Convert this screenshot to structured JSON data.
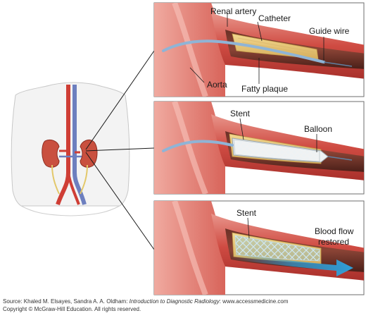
{
  "panel1": {
    "labels": {
      "renal_artery": "Renal artery",
      "catheter": "Catheter",
      "guide_wire": "Guide wire",
      "aorta": "Aorta",
      "fatty_plaque": "Fatty plaque"
    }
  },
  "panel2": {
    "labels": {
      "stent": "Stent",
      "balloon": "Balloon"
    }
  },
  "panel3": {
    "labels": {
      "stent": "Stent",
      "blood_flow_line1": "Blood flow",
      "blood_flow_line2": "restored"
    }
  },
  "footer": {
    "source_prefix": "Source: Khaled M. Elsayes, Sandra A. A. Oldham: ",
    "source_title": "Introduction to Diagnostic Radiology",
    "source_suffix": ": www.accessmedicine.com",
    "copyright": "Copyright © McGraw-Hill Education. All rights reserved."
  },
  "colors": {
    "vessel_red": "#c9403a",
    "vessel_pink": "#e58f86",
    "plaque_yellow": "#e8c878",
    "lumen_dark": "#5a2a22",
    "catheter_blue": "#8fb4d6",
    "flow_arrow": "#2f9fd8",
    "panel_border": "#6e6e6e"
  }
}
